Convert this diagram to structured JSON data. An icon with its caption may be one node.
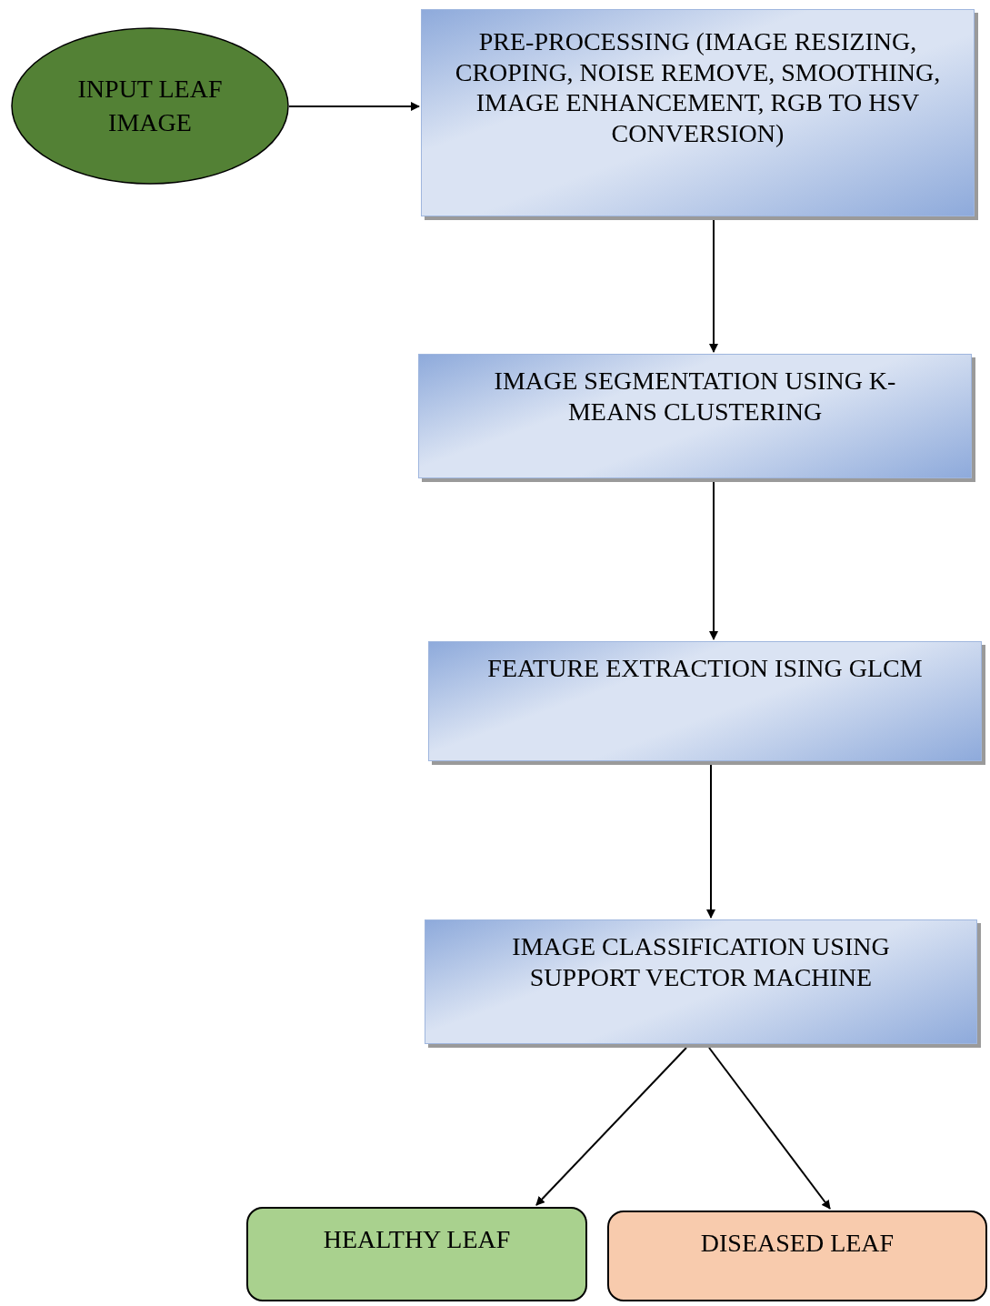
{
  "diagram": {
    "nodes": [
      {
        "text": [
          "INPUT LEAF IMAGE"
        ]
      },
      {
        "text": [
          "PRE-PROCESSING (IMAGE RESIZING, CROPING, NOISE REMOVE, SMOOTHING, IMAGE ENHANCEMENT, RGB TO HSV CONVERSION)"
        ]
      },
      {
        "text": [
          "IMAGE SEGMENTATION USING K-MEANS CLUSTERING"
        ]
      },
      {
        "text": [
          "FEATURE EXTRACTION ISING GLCM"
        ]
      },
      {
        "text": [
          "IMAGE CLASSIFICATION USING SUPPORT VECTOR MACHINE"
        ]
      },
      {
        "text": [
          "HEALTHY LEAF"
        ]
      },
      {
        "text": [
          "DISEASED LEAF"
        ]
      }
    ],
    "edges": [
      {
        "from": 0,
        "to": 1,
        "arrow": "to"
      },
      {
        "from": 1,
        "to": 2,
        "arrow": "to"
      },
      {
        "from": 2,
        "to": 3,
        "arrow": "to"
      },
      {
        "from": 3,
        "to": 4,
        "arrow": "to"
      },
      {
        "from": 4,
        "to": 5,
        "arrow": "to"
      },
      {
        "from": 4,
        "to": 6,
        "arrow": "to"
      }
    ]
  }
}
